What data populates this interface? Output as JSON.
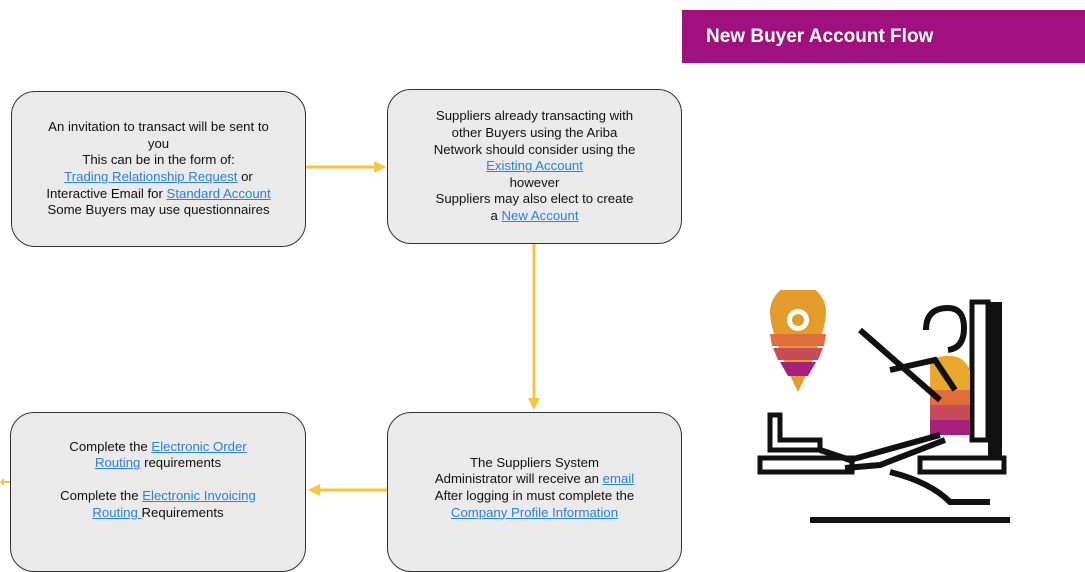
{
  "banner": {
    "title": "New Buyer Account Flow"
  },
  "boxes": {
    "invitation": {
      "line1": "An invitation to transact will be sent to",
      "line2": "you",
      "line3": "This can be in the form of:",
      "link_trading": "Trading Relationship Request",
      "or_text": " or",
      "line5_prefix": "Interactive Email for ",
      "link_standard": "Standard Account",
      "line6": "Some Buyers may use questionnaires"
    },
    "existing": {
      "line1": "Suppliers already transacting with",
      "line2": "other Buyers using the Ariba",
      "line3": "Network should consider using the",
      "link_existing": "Existing Account",
      "line5": "however",
      "line6": "Suppliers may also elect to create",
      "line7_prefix": "a ",
      "link_new": "New Account"
    },
    "admin": {
      "line1": "The Suppliers System",
      "line2_prefix": "Administrator will receive an ",
      "link_email": "email",
      "line3": "After logging in must complete the",
      "link_profile": "Company Profile Information"
    },
    "routing": {
      "line1_prefix": "Complete the ",
      "link_order_a": "Electronic Order",
      "link_order_b": "Routing",
      "line2_suffix": " requirements",
      "line3_prefix": "Complete the ",
      "link_invoice_a": "Electronic Invoicing",
      "link_invoice_b": "Routing ",
      "line4_suffix": "Requirements"
    }
  },
  "colors": {
    "banner": "#a0107f",
    "arrow": "#f9c53e",
    "link": "#2a83d3",
    "box_fill": "#eaeaea"
  },
  "icons": [
    "location-pin-icon",
    "person-laptop-illustration"
  ]
}
